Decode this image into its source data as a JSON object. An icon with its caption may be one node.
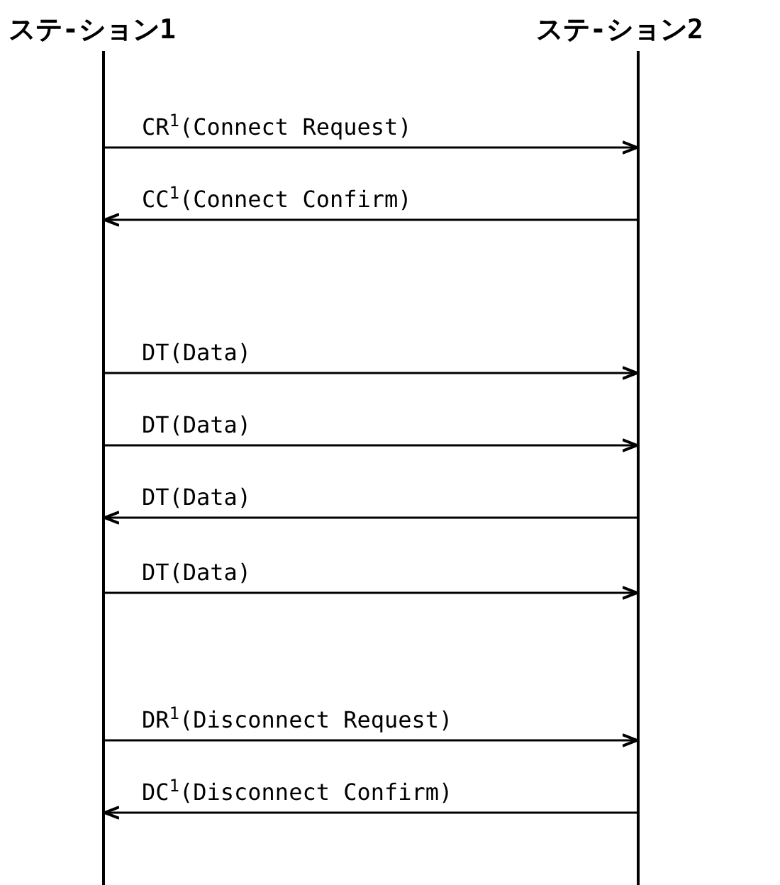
{
  "diagram": {
    "nodes": [
      {
        "text": [],
        "shape": "bar"
      },
      {
        "text": [],
        "shape": "bar"
      }
    ],
    "edges": [
      {
        "from": 0,
        "to": 1,
        "arrow": "to",
        "label": "CR$^{1}$(Connect Request)"
      },
      {
        "from": 1,
        "to": 0,
        "arrow": "to",
        "label": "CC$^{1}$(Connect Confirm)"
      },
      {
        "from": 0,
        "to": 1,
        "arrow": "to",
        "label": "DT(Data)"
      },
      {
        "from": 0,
        "to": 1,
        "arrow": "to",
        "label": "DT(Data)"
      },
      {
        "from": 1,
        "to": 0,
        "arrow": "to",
        "label": "DT(Data)"
      },
      {
        "from": 0,
        "to": 1,
        "arrow": "to",
        "label": "DT(Data)"
      },
      {
        "from": 0,
        "to": 1,
        "arrow": "to",
        "label": "DR$^{1}$(Disconnect Request)"
      },
      {
        "from": 1,
        "to": 0,
        "arrow": "to",
        "label": "DC$^{1}$(Disconnect Confirm)"
      }
    ],
    "labels": [
      "ステ-ション1",
      "ステ-ション2"
    ]
  }
}
